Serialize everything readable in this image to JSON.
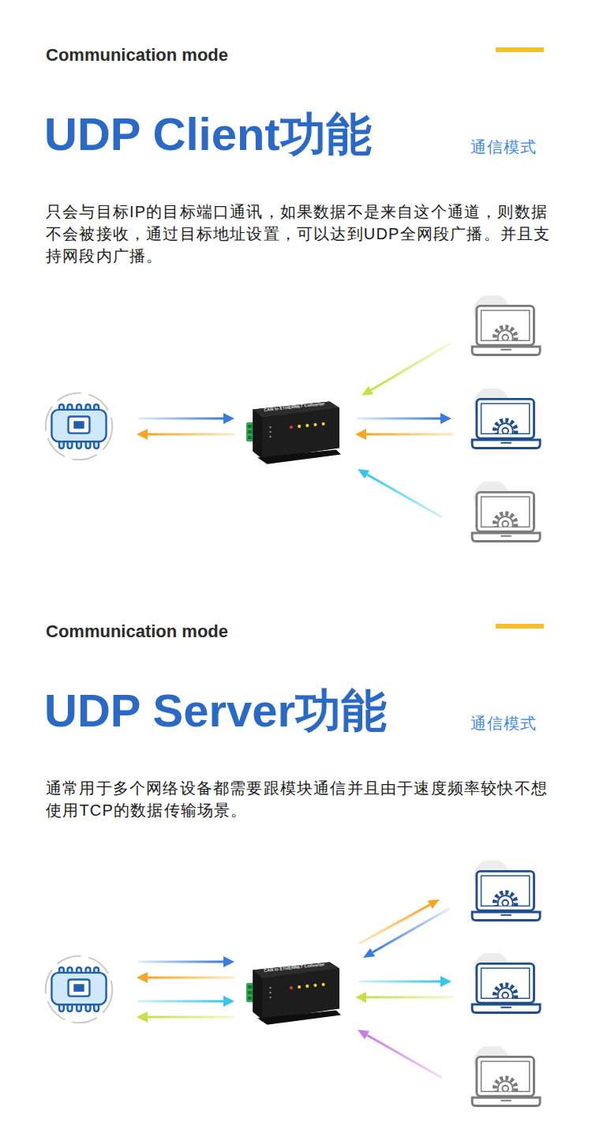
{
  "diagram": {
    "labels": [
      "Communication mode",
      "UDP Client功能",
      "通信模式",
      "只会与目标IP的目标端口通讯，如果数据不是来自这个通道，则数据不会被接收，通过目标地址设置，可以达到UDP全网段广播。并且支持网段内广播。",
      "CAN to ETHERNET Converter",
      "Communication mode",
      "UDP Server功能",
      "通信模式",
      "通常用于多个网络设备都需要跟模块通信并且由于速度频率较快不想使用TCP的数据传输场景。",
      "CAN to ETHERNET Converter"
    ]
  }
}
